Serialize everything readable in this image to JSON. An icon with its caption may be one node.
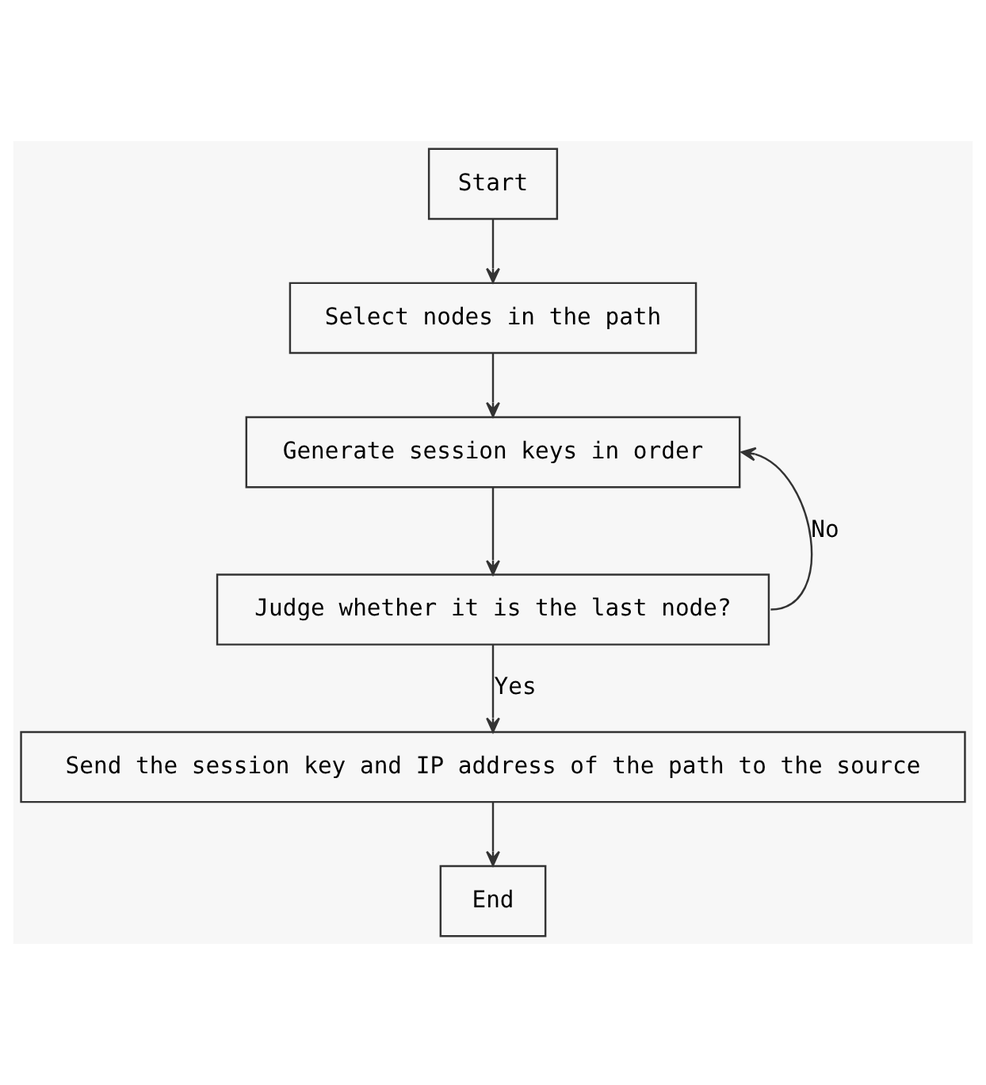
{
  "diagram": {
    "nodes": [
      {
        "text": [
          "Start"
        ]
      },
      {
        "text": [
          "Select nodes in the path"
        ]
      },
      {
        "text": [
          "Generate session keys in order"
        ]
      },
      {
        "text": [
          "Judge whether it is the last node?"
        ]
      },
      {
        "text": [
          "Send the session key and IP address of the path to the source"
        ]
      },
      {
        "text": [
          "End"
        ]
      }
    ],
    "edges": [
      {
        "from": 0,
        "to": 1,
        "arrow": "to"
      },
      {
        "from": 1,
        "to": 2,
        "arrow": "to"
      },
      {
        "from": 2,
        "to": 3,
        "arrow": "to"
      },
      {
        "from": 3,
        "to": 2,
        "arrow": "to",
        "label": "No"
      },
      {
        "from": 3,
        "to": 4,
        "arrow": "to",
        "label": "Yes"
      },
      {
        "from": 4,
        "to": 5,
        "arrow": "to"
      }
    ]
  }
}
